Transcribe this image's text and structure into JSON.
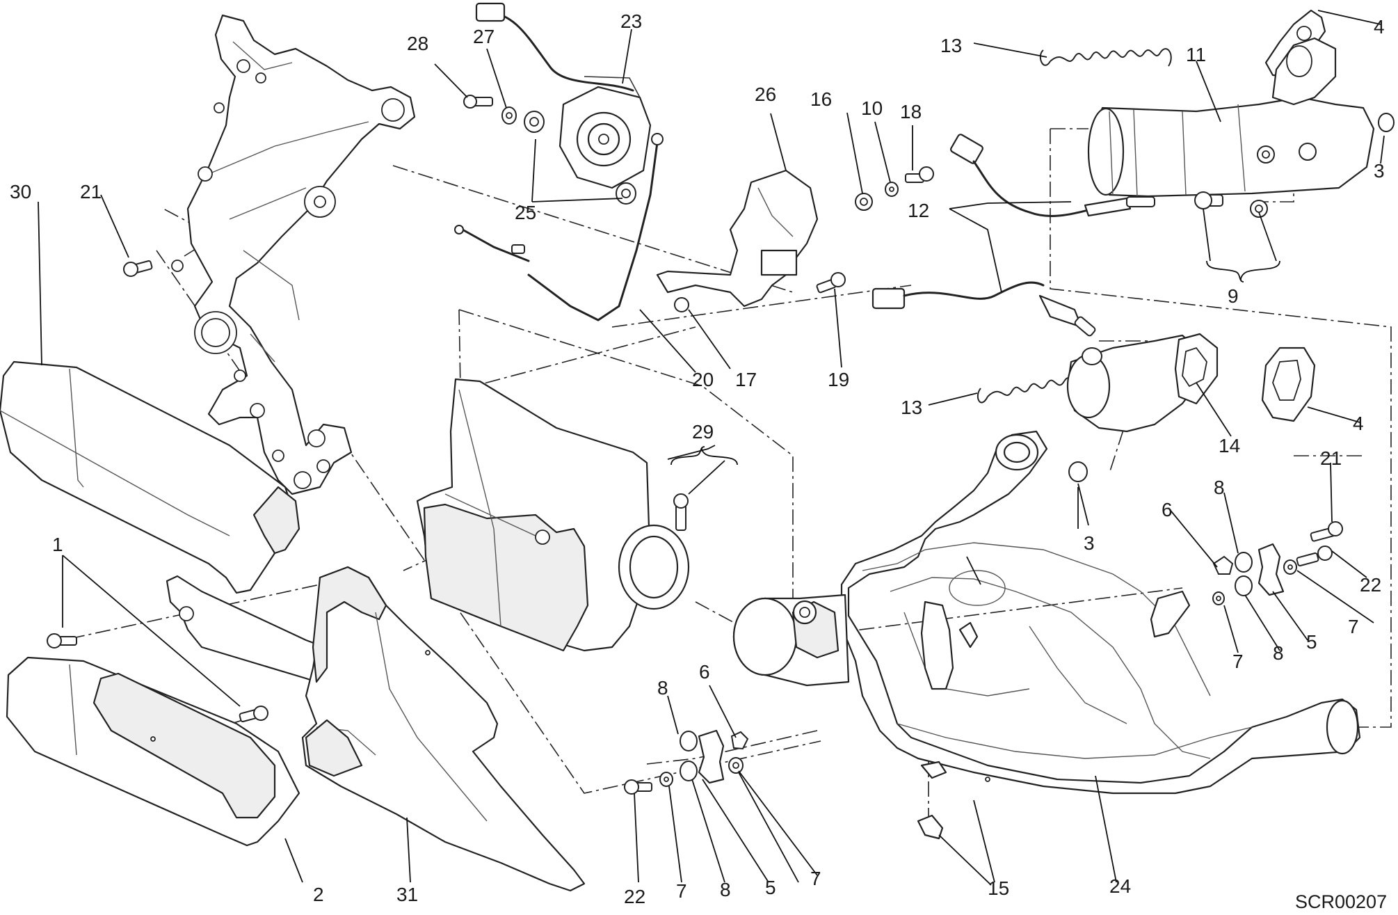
{
  "diagram": {
    "code": "SCR00207",
    "callouts": [
      "1",
      "2",
      "3",
      "4",
      "5",
      "6",
      "7",
      "8",
      "9",
      "10",
      "11",
      "12",
      "13",
      "14",
      "15",
      "16",
      "17",
      "18",
      "19",
      "20",
      "21",
      "22",
      "23",
      "24",
      "25",
      "26",
      "27",
      "28",
      "29",
      "30",
      "31"
    ]
  },
  "colors": {
    "line": "#222222",
    "background": "#ffffff",
    "shade": "#eeeeee"
  }
}
